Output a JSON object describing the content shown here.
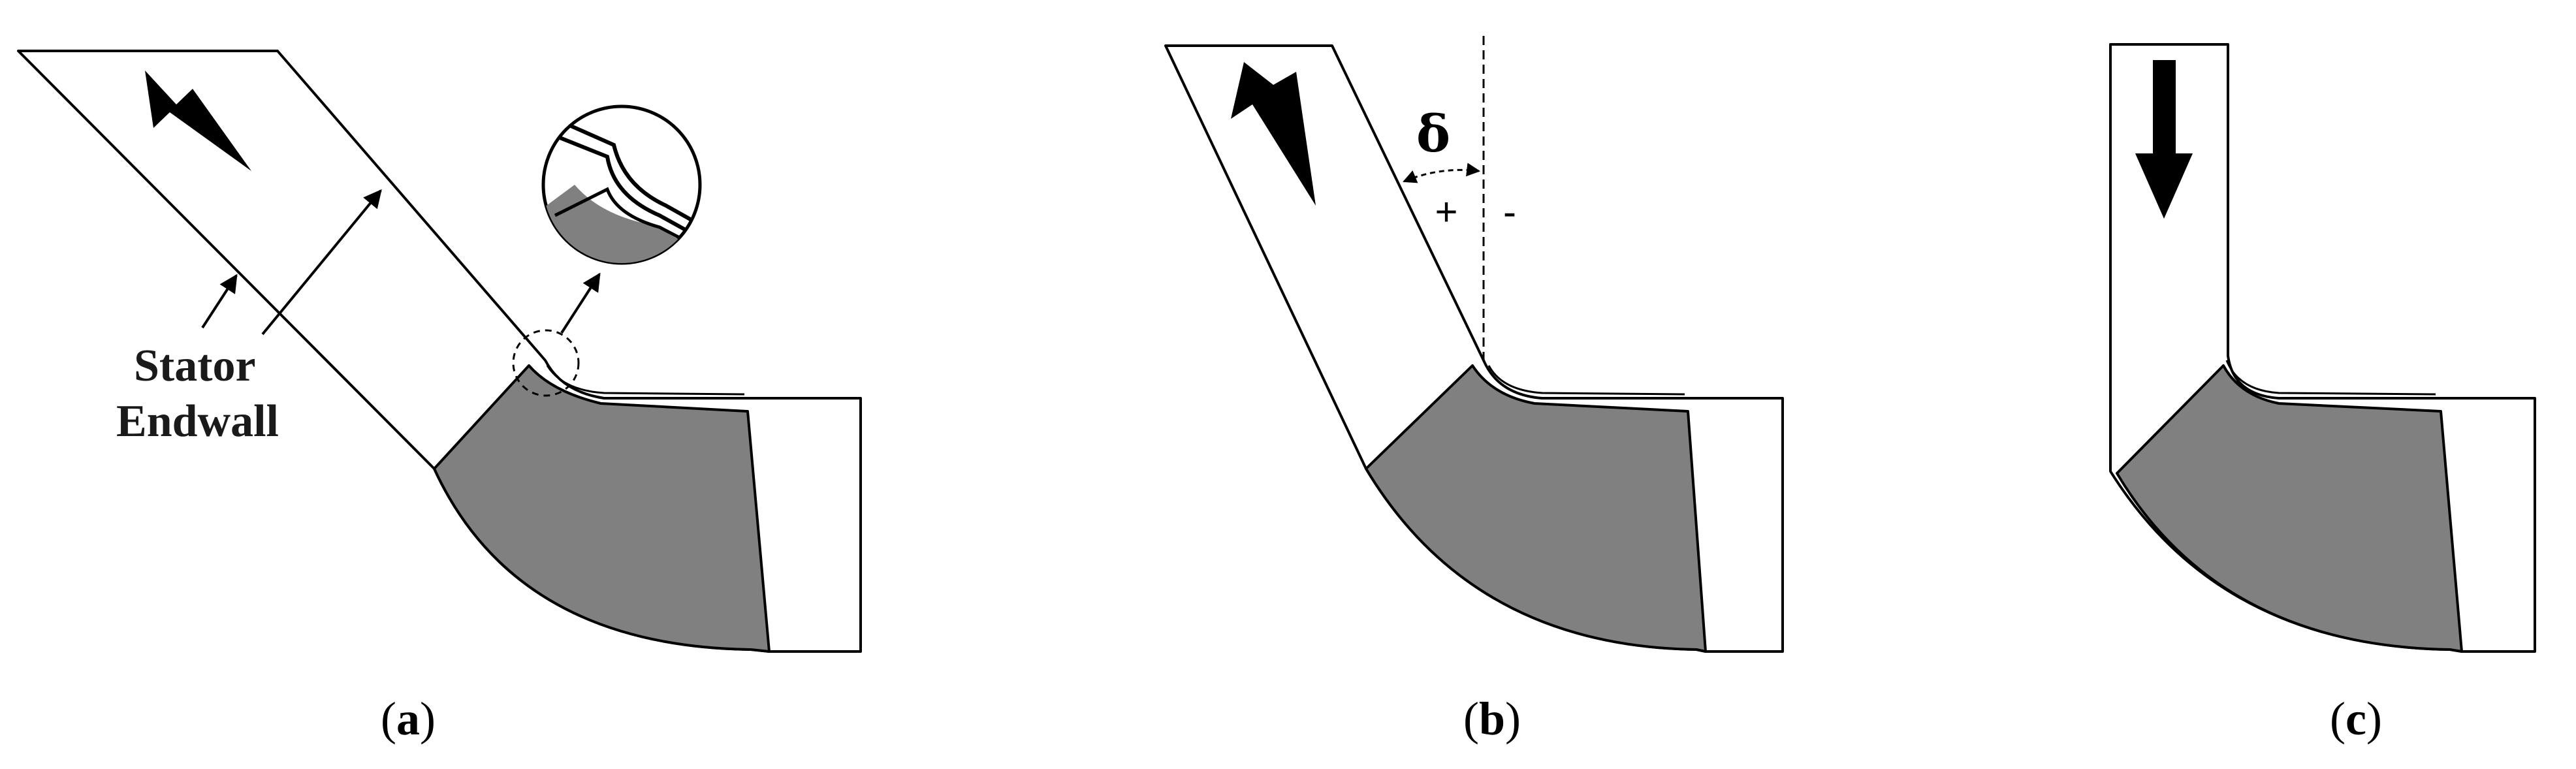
{
  "annotation": {
    "label_line1": "Stator",
    "label_line2": "Endwall"
  },
  "angle": {
    "symbol": "δ",
    "positive": "+",
    "negative": "-"
  },
  "captions": {
    "a_open": "(",
    "a_letter": "a",
    "a_close": ")",
    "b_open": "(",
    "b_letter": "b",
    "b_close": ")",
    "c_open": "(",
    "c_letter": "c",
    "c_close": ")"
  },
  "colors": {
    "hub_fill": "#808080",
    "stroke": "#000000",
    "background": "#ffffff"
  }
}
